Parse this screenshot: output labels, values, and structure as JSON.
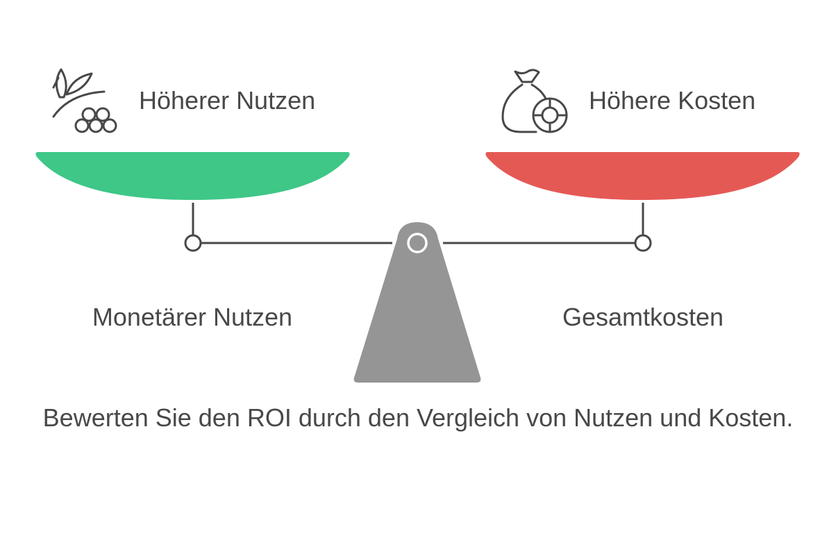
{
  "left": {
    "top_label": "Höherer Nutzen",
    "bottom_label": "Monetärer Nutzen",
    "icon": "plant-berries-icon",
    "color": "#3ec787"
  },
  "right": {
    "top_label": "Höhere Kosten",
    "bottom_label": "Gesamtkosten",
    "icon": "money-bag-coin-icon",
    "color": "#e55955"
  },
  "fulcrum_color": "#959595",
  "line_color": "#484848",
  "caption": "Bewerten Sie den ROI durch den Vergleich von Nutzen und Kosten."
}
